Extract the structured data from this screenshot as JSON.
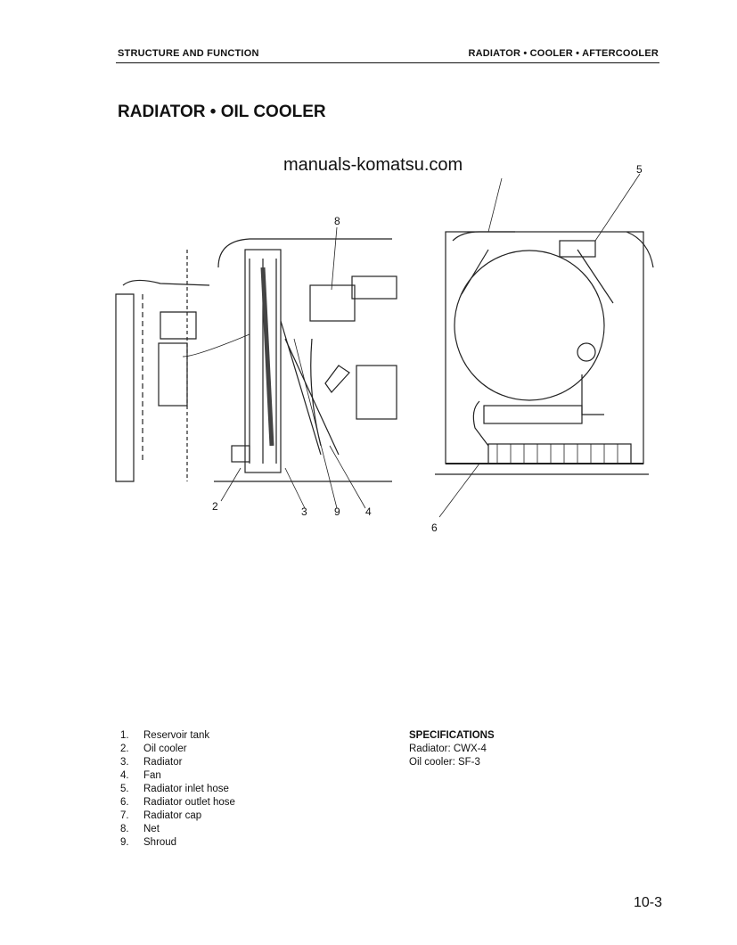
{
  "header": {
    "left": "STRUCTURE AND FUNCTION",
    "right": "RADIATOR • COOLER • AFTERCOOLER"
  },
  "title": "RADIATOR • OIL COOLER",
  "watermark": "manuals-komatsu.com",
  "callouts": {
    "c2": "2",
    "c3": "3",
    "c4": "4",
    "c5": "5",
    "c6": "6",
    "c8": "8",
    "c9": "9"
  },
  "parts": [
    {
      "num": "1.",
      "label": "Reservoir tank"
    },
    {
      "num": "2.",
      "label": "Oil cooler"
    },
    {
      "num": "3.",
      "label": "Radiator"
    },
    {
      "num": "4.",
      "label": "Fan"
    },
    {
      "num": "5.",
      "label": "Radiator inlet hose"
    },
    {
      "num": "6.",
      "label": "Radiator outlet hose"
    },
    {
      "num": "7.",
      "label": "Radiator cap"
    },
    {
      "num": "8.",
      "label": "Net"
    },
    {
      "num": "9.",
      "label": "Shroud"
    }
  ],
  "specifications": {
    "heading": "SPECIFICATIONS",
    "radiator": "Radiator: CWX-4",
    "oil_cooler": "Oil cooler: SF-3"
  },
  "page_number": "10-3"
}
